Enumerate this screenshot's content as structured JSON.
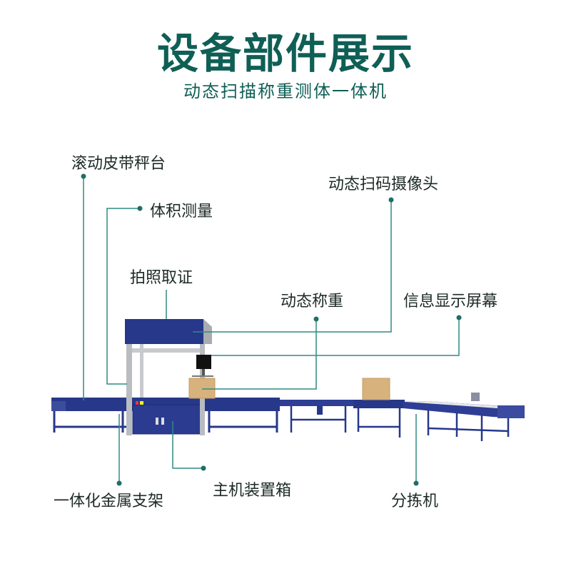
{
  "header": {
    "title": "设备部件展示",
    "subtitle": "动态扫描称重测体一体机"
  },
  "labels": {
    "belt_scale": "滚动皮带秤台",
    "volume": "体积测量",
    "photo": "拍照取证",
    "camera": "动态扫码摄像头",
    "weighing": "动态称重",
    "screen": "信息显示屏幕",
    "frame": "一体化金属支架",
    "host_box": "主机装置箱",
    "sorter": "分拣机"
  },
  "colors": {
    "title": "#0f5f55",
    "leader": "#2f8c82",
    "machine": "#27378a",
    "frame": "#b9bcc0",
    "carton": "#d8b27c"
  }
}
